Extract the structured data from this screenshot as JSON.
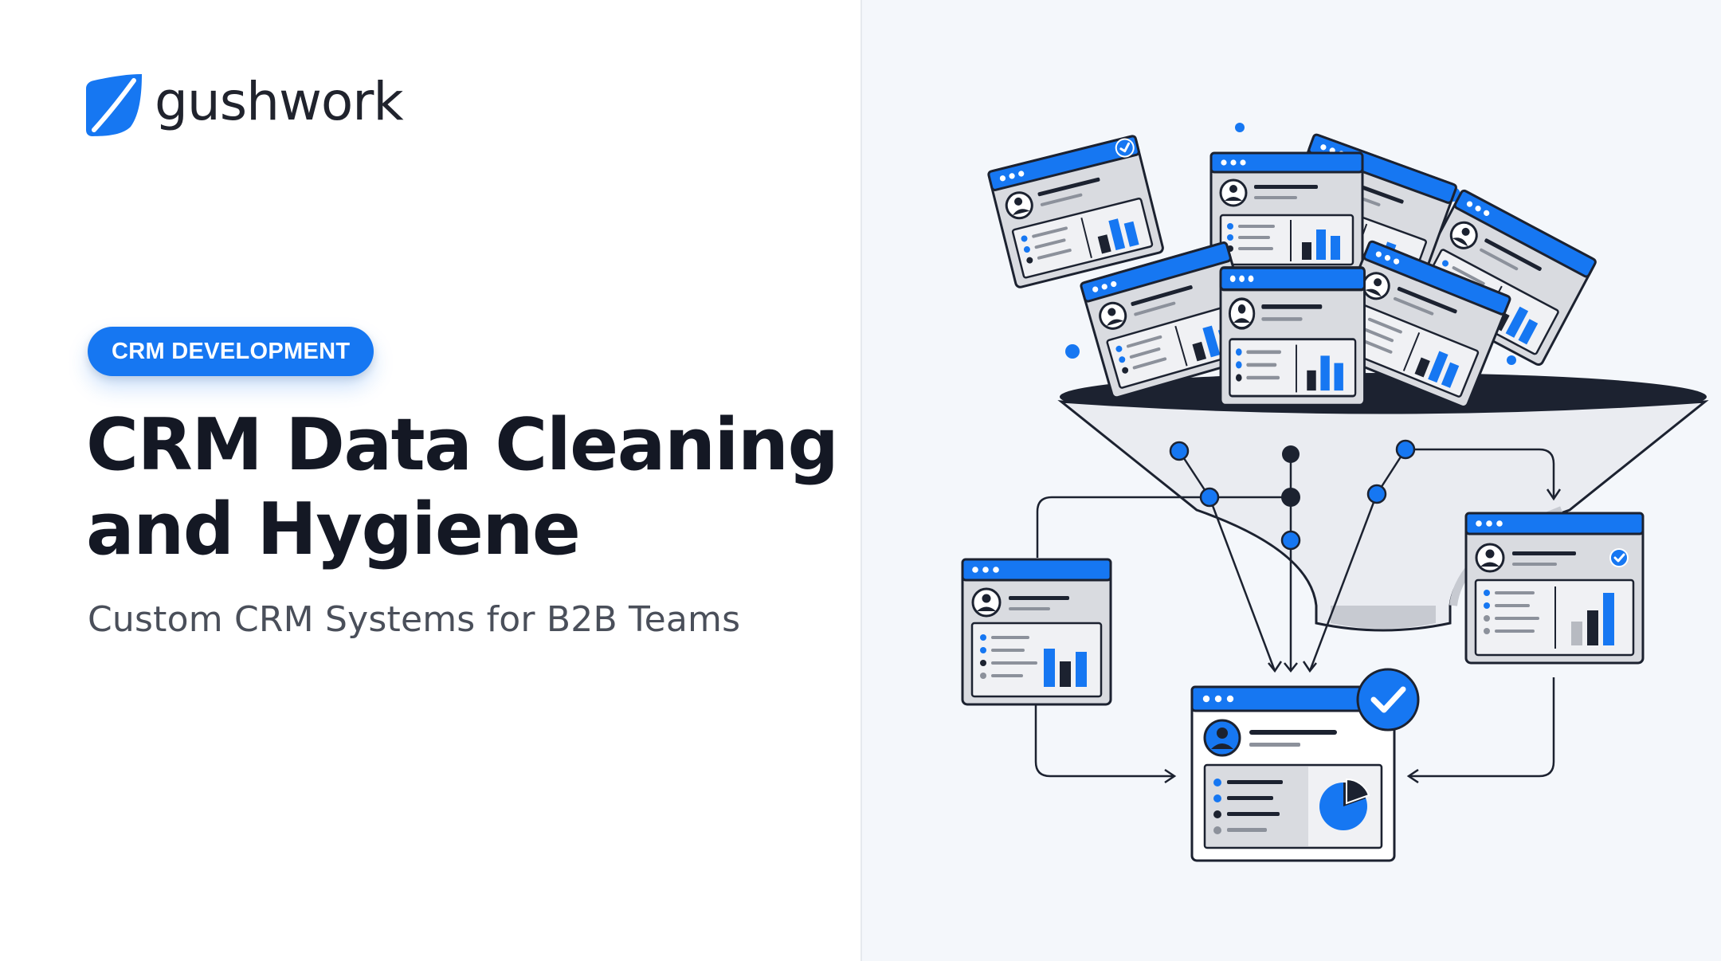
{
  "brand": {
    "name": "gushwork",
    "accent_color": "#1677f2",
    "logo_icon": "gushwork-leaf-icon"
  },
  "badge": {
    "label": "CRM DEVELOPMENT"
  },
  "headline": {
    "line1": "CRM Data Cleaning",
    "line2": "and Hygiene"
  },
  "subtitle": "Custom CRM Systems for B2B Teams",
  "colors": {
    "primary_blue": "#1677f2",
    "dark": "#1c2230",
    "card_gray": "#d9dbe0",
    "panel_background": "#f4f7fb"
  },
  "illustration": {
    "icons": [
      "crm-window-icon",
      "funnel-icon",
      "checkmark-badge-icon",
      "bar-chart-icon",
      "pie-chart-icon",
      "avatar-icon"
    ]
  }
}
